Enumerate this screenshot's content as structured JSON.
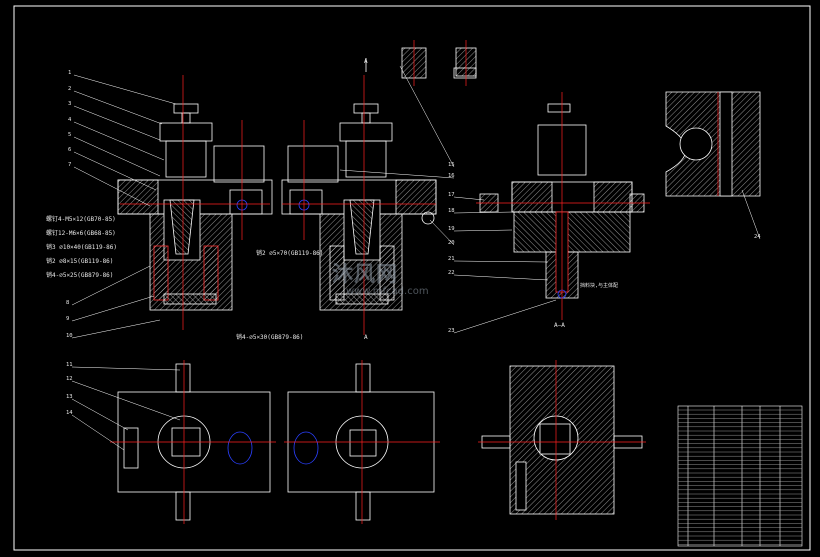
{
  "watermark": {
    "main": "沐风网",
    "sub": "www.mfcad.com"
  },
  "section_marks": {
    "a": "A",
    "a_a": "A—A"
  },
  "balloon_numbers": [
    "1",
    "2",
    "3",
    "4",
    "5",
    "6",
    "7",
    "8",
    "9",
    "10",
    "11",
    "12",
    "13",
    "14",
    "15",
    "16",
    "17",
    "18",
    "19",
    "20",
    "21",
    "22",
    "23",
    "24"
  ],
  "annotations": {
    "note1": "螺钉4-M5×12(GB70-85)",
    "note2": "螺钉12-M6×6(GB68-85)",
    "note3": "销3 ∅10×40(GB119-86)",
    "note4": "销2 ∅8×15(GB119-86)",
    "note5": "销4-∅5×25(GB879-86)",
    "note6": "销2 ∅5×70(GB119-86)",
    "note7": "销4-∅5×30(GB879-86)",
    "note8": "挡料块,与主体配"
  },
  "colors": {
    "background": "#000000",
    "line": "#ffffff",
    "center": "#ff2020",
    "hatch": "#cfcfcf",
    "hidden": "#ffff00",
    "accent": "#2a40ff"
  }
}
